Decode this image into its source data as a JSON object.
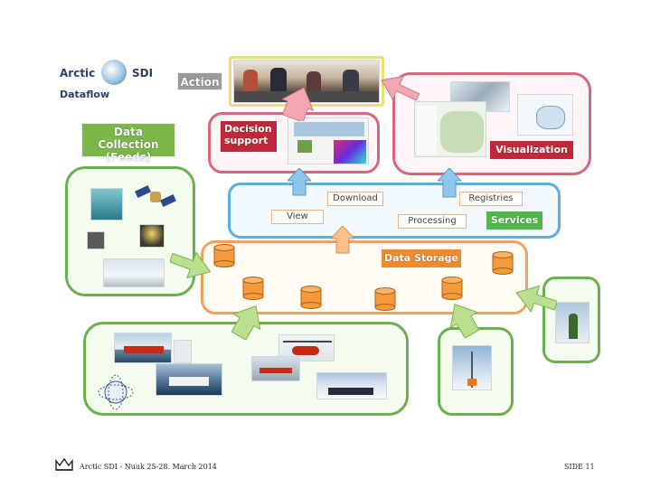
{
  "logo": {
    "left": "Arctic",
    "right": "SDI",
    "sub": "Dataflow"
  },
  "action_label": "Action",
  "decision_label": "Decision support",
  "data_collection_label": "Data Collection (Feeds)",
  "visualization_label": "Visualization",
  "services": {
    "label": "Services",
    "download": "Download",
    "registries": "Registries",
    "view": "View",
    "processing": "Processing"
  },
  "data_storage_label": "Data Storage",
  "footer": {
    "left": "Arctic SDI - Nuuk 25-28. March 2014",
    "right": "SIDE 11"
  },
  "colors": {
    "green_border": "#6ab04c",
    "pink_border": "#d8667c",
    "blue_border": "#5aaee0",
    "orange_border": "#f0a060",
    "yellow_border": "#e8e070",
    "label_green": "#7ab648",
    "label_red": "#c0283a",
    "label_orange": "#f08a2a",
    "label_gray": "#9a9a9a",
    "services_green": "#50b848",
    "cylinder_orange": "#f39a3c",
    "arrow_green": "#b9e08e",
    "arrow_pink": "#f3a7b3",
    "arrow_blue": "#8ec6ee",
    "arrow_orange": "#f9c08a"
  }
}
